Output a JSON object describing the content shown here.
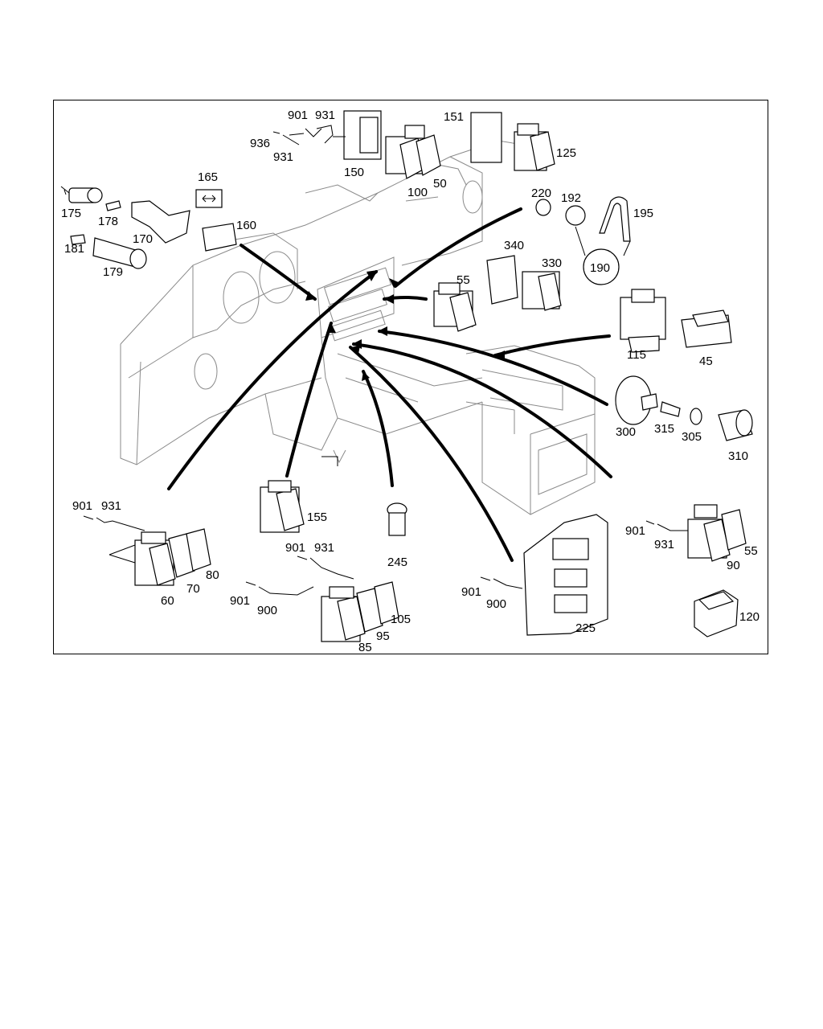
{
  "callouts": {
    "c901a": "901",
    "c931a": "931",
    "c936": "936",
    "c931b": "931",
    "c150": "150",
    "c100": "100",
    "c50": "50",
    "c151": "151",
    "c125": "125",
    "c165": "165",
    "c175": "175",
    "c178": "178",
    "c170": "170",
    "c181": "181",
    "c179": "179",
    "c160": "160",
    "c220": "220",
    "c192": "192",
    "c195": "195",
    "c190": "190",
    "c340": "340",
    "c330": "330",
    "c55a": "55",
    "c115": "115",
    "c45": "45",
    "c300": "300",
    "c315": "315",
    "c305": "305",
    "c310": "310",
    "c901b": "901",
    "c931c": "931",
    "c60": "60",
    "c70": "70",
    "c80": "80",
    "c155": "155",
    "c245": "245",
    "c901c": "901",
    "c931d": "931",
    "c901d": "901",
    "c900a": "900",
    "c105": "105",
    "c95": "95",
    "c85": "85",
    "c901e": "901",
    "c900b": "900",
    "c225": "225",
    "c901f": "901",
    "c931e": "931",
    "c90": "90",
    "c55b": "55",
    "c120": "120"
  }
}
